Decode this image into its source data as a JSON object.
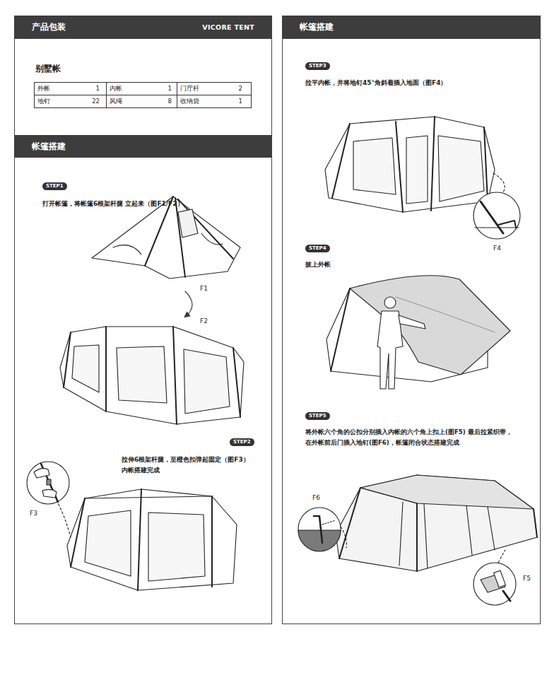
{
  "diagram": {
    "nodes": [
      {
        "text": [
          "产品包装",
          "VICORE TENT"
        ]
      },
      {
        "text": [
          "帐篷搭建"
        ]
      },
      {
        "text": [
          "STEP1"
        ]
      },
      {
        "text": [
          "STEP2"
        ]
      },
      {
        "text": [
          "帐篷搭建"
        ]
      },
      {
        "text": [
          "STEP3"
        ]
      },
      {
        "text": [
          "STEP4"
        ]
      },
      {
        "text": [
          "STEP5"
        ]
      }
    ],
    "labels": [
      "别墅帐",
      "外帐",
      "1",
      "内帐",
      "1",
      "门厅杆",
      "2",
      "地钉",
      "22",
      "风绳",
      "8",
      "收纳袋",
      "1",
      "打开帐篷，将帐篷6根架杆腿 立起来（图F1/F2）",
      "F1",
      "F2",
      "拉伸6根架杆腿，至橙色扣弹起固定（图F3） 内帐搭建完成",
      "F3",
      "拉平内帐，并将地钉45°角斜着插入地面（图F4）",
      "F4",
      "披上外帐",
      "将外帐六个角的公扣分别插入内帐的六个角上扣上(图F5) 最后拉紧织带，在外帐前后门插入地钉(图F6)，帐篷闭合状态搭建完成",
      "F6",
      "F5"
    ]
  }
}
